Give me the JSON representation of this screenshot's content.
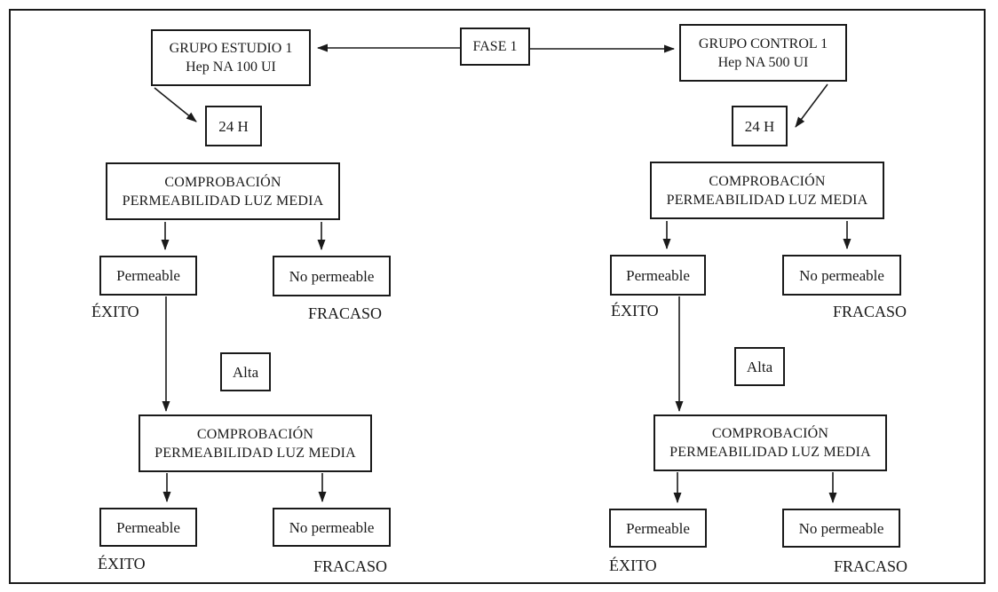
{
  "fase": {
    "label": "FASE 1"
  },
  "study_group": {
    "line1": "GRUPO ESTUDIO 1",
    "line2": "Hep NA 100 UI"
  },
  "control_group": {
    "line1": "GRUPO CONTROL 1",
    "line2": "Hep NA 500 UI"
  },
  "shared": {
    "hours": "24 H",
    "check_line1": "COMPROBACIÓN",
    "check_line2": "PERMEABILIDAD LUZ MEDIA",
    "permeable": "Permeable",
    "no_permeable": "No permeable",
    "exito": "ÉXITO",
    "fracaso": "FRACASO",
    "alta": "Alta"
  },
  "colors": {
    "line": "#1a1a1a",
    "background": "#ffffff"
  }
}
